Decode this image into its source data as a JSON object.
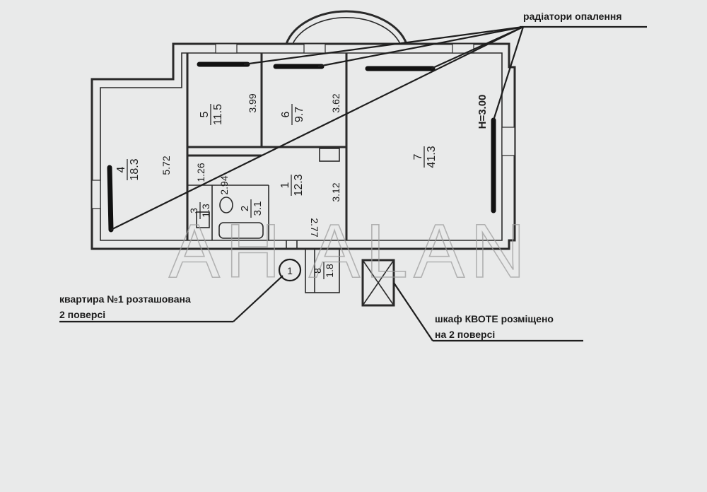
{
  "legend": {
    "radiators": "радіатори опалення"
  },
  "notes": {
    "apartment_line1": "квартира №1 розташована",
    "apartment_line2": "2 поверсі",
    "cabinet_line1": "шкаф КВОТЕ розміщено",
    "cabinet_line2": "на 2 поверсі",
    "marker_number": "1"
  },
  "watermark": "AH ALAN",
  "ceiling_height": "H=3.00",
  "rooms": [
    {
      "id": "4",
      "area": "18.3"
    },
    {
      "id": "5",
      "area": "11.5"
    },
    {
      "id": "6",
      "area": "9.7"
    },
    {
      "id": "7",
      "area": "41.3"
    },
    {
      "id": "1",
      "area": "12.3"
    },
    {
      "id": "2",
      "area": "3.1"
    },
    {
      "id": "3",
      "area": "1.3"
    },
    {
      "id": "8",
      "area": "1.8"
    }
  ],
  "dimensions": {
    "d_572": "5.72",
    "d_126": "1.26",
    "d_294": "2.94",
    "d_399": "3.99",
    "d_362": "3.62",
    "d_312": "3.12",
    "d_277": "2.77"
  }
}
